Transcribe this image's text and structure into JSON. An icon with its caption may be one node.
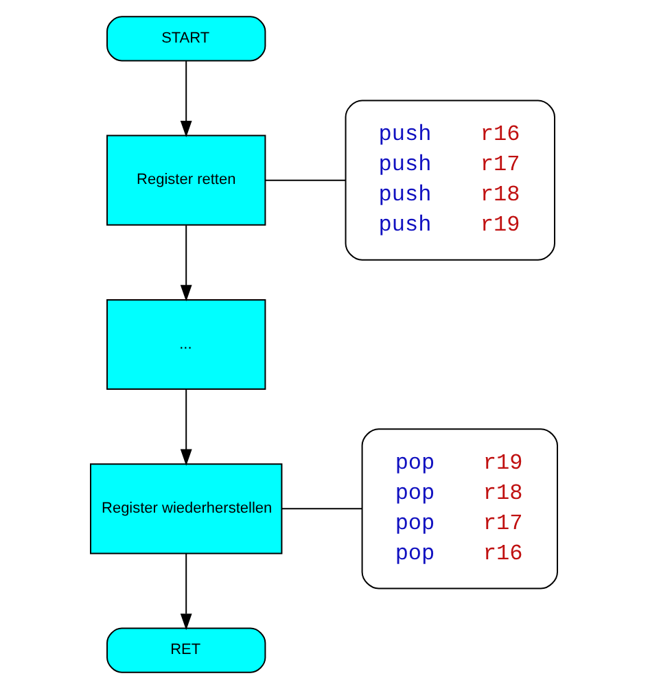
{
  "diagram": {
    "nodes": [
      {
        "text": [
          "START"
        ]
      },
      {
        "text": [
          "Register retten"
        ]
      },
      {
        "text": [
          "..."
        ]
      },
      {
        "text": [
          "Register wiederherstellen"
        ]
      },
      {
        "text": [
          "RET"
        ]
      },
      {
        "text": [
          "push r16",
          "push r17",
          "push r18",
          "push r19"
        ]
      },
      {
        "text": [
          "pop r19",
          "pop r18",
          "pop r17",
          "pop r16"
        ]
      }
    ],
    "edges": [
      {
        "from": 0,
        "to": 1,
        "arrow": "to"
      },
      {
        "from": 1,
        "to": 2,
        "arrow": "to"
      },
      {
        "from": 2,
        "to": 3,
        "arrow": "to"
      },
      {
        "from": 3,
        "to": 4,
        "arrow": "to"
      },
      {
        "from": 1,
        "to": 5,
        "arrow": "none"
      },
      {
        "from": 3,
        "to": 6,
        "arrow": "none"
      }
    ]
  }
}
